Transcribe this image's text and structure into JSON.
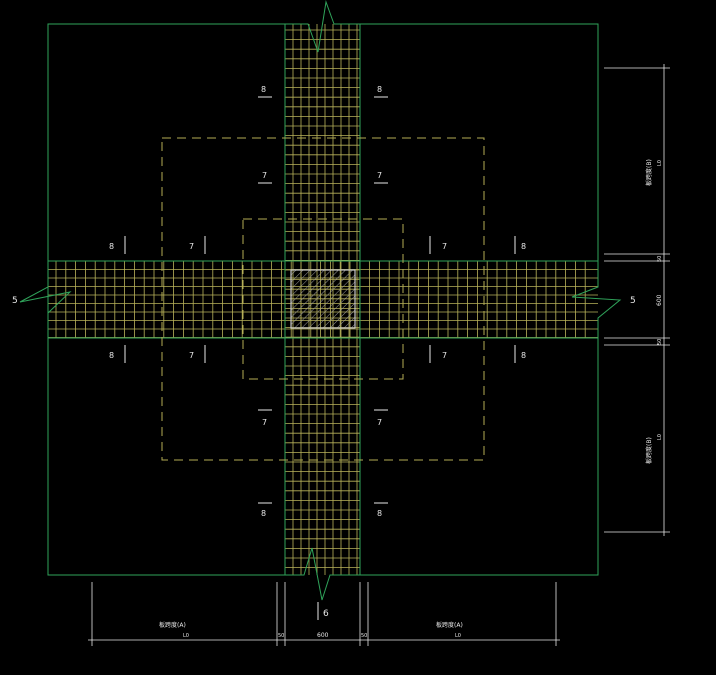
{
  "colors": {
    "background": "#000000",
    "outline": "#2fa35a",
    "rebar": "#b9b35a",
    "dashed_zone": "#b3ad55",
    "dimension": "#e6e6e6",
    "column_hatch": "#9a9a9a"
  },
  "section_labels": {
    "five": "5",
    "six": "6",
    "seven": "7",
    "eight": "8"
  },
  "bottom_dims": {
    "left_note": "板跨度(A)",
    "left_value": "L0",
    "gap_left": "50",
    "center": "600",
    "gap_right": "50",
    "right_note": "板跨度(A)",
    "right_value": "L0"
  },
  "right_dims": {
    "top_note": "板跨度(B)",
    "top_value": "L0",
    "gap_top": "50",
    "center": "600",
    "gap_bottom": "50",
    "bottom_note": "板跨度(B)",
    "bottom_value": "L0"
  }
}
